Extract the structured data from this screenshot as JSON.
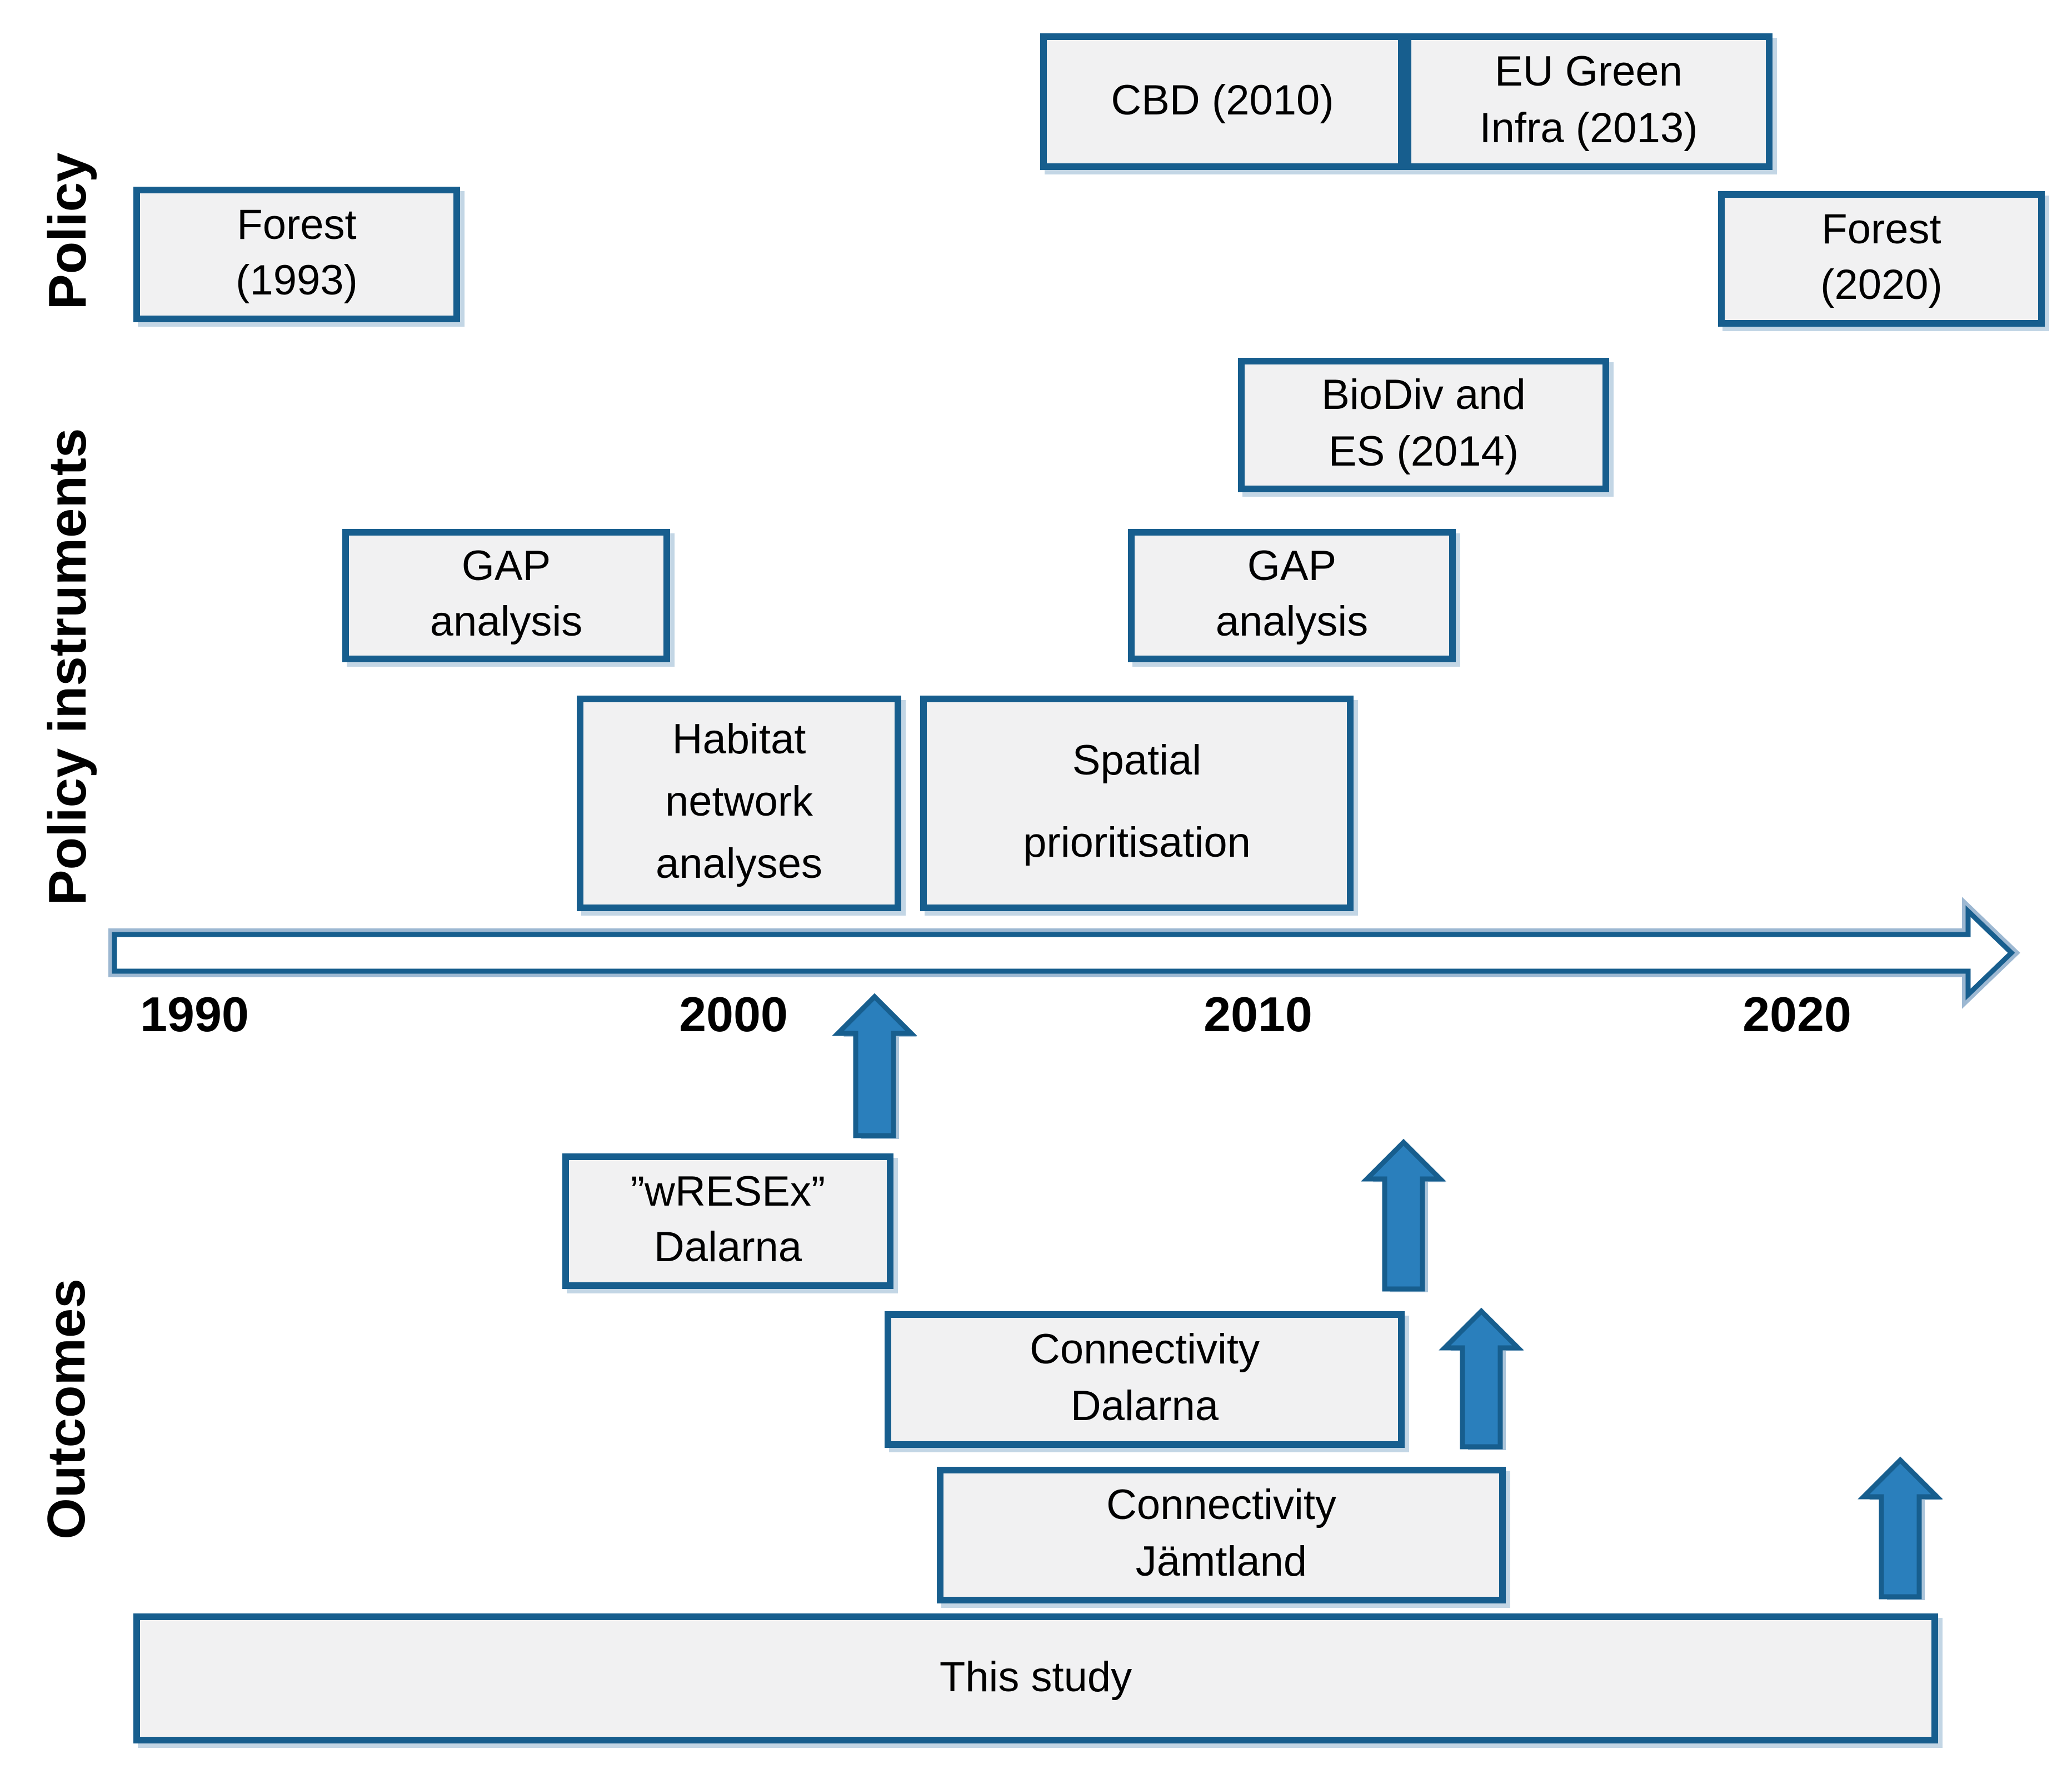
{
  "row_labels": {
    "policy": "Policy",
    "policy_instruments": "Policy instruments",
    "outcomes": "Outcomes"
  },
  "boxes": {
    "forest_1993": {
      "line1": "Forest",
      "line2": "(1993)"
    },
    "cbd_2010": {
      "line1": "CBD (2010)"
    },
    "eu_green_infra_2013": {
      "line1": "EU Green",
      "line2": "Infra (2013)"
    },
    "forest_2020": {
      "line1": "Forest",
      "line2": "(2020)"
    },
    "biodiv_es_2014": {
      "line1": "BioDiv and",
      "line2": "ES (2014)"
    },
    "gap_analysis_left": {
      "line1": "GAP",
      "line2": "analysis"
    },
    "gap_analysis_right": {
      "line1": "GAP",
      "line2": "analysis"
    },
    "habitat_network": {
      "line1": "Habitat",
      "line2": "network",
      "line3": "analyses"
    },
    "spatial_prioritisation": {
      "line1": "Spatial",
      "line2": "prioritisation"
    },
    "wresex_dalarna": {
      "line1": "”wRESEx”",
      "line2": "Dalarna"
    },
    "connectivity_dalarna": {
      "line1": "Connectivity",
      "line2": "Dalarna"
    },
    "connectivity_jamtland": {
      "line1": "Connectivity",
      "line2": "Jämtland"
    },
    "this_study": {
      "line1": "This study"
    }
  },
  "timeline": {
    "direction": "right",
    "ticks": [
      "1990",
      "2000",
      "2010",
      "2020"
    ]
  },
  "arrows": {
    "timeline_arrow": "hollow-right-arrow",
    "up_arrows": [
      "up-arrow-1",
      "up-arrow-2",
      "up-arrow-3",
      "up-arrow-4"
    ]
  },
  "colors": {
    "box_border": "#175e8e",
    "box_fill": "#f1f1f2",
    "arrow_fill": "#2a7fbc",
    "arrow_border": "#175e8e",
    "shadow": "#aac4da",
    "text": "#000000"
  }
}
